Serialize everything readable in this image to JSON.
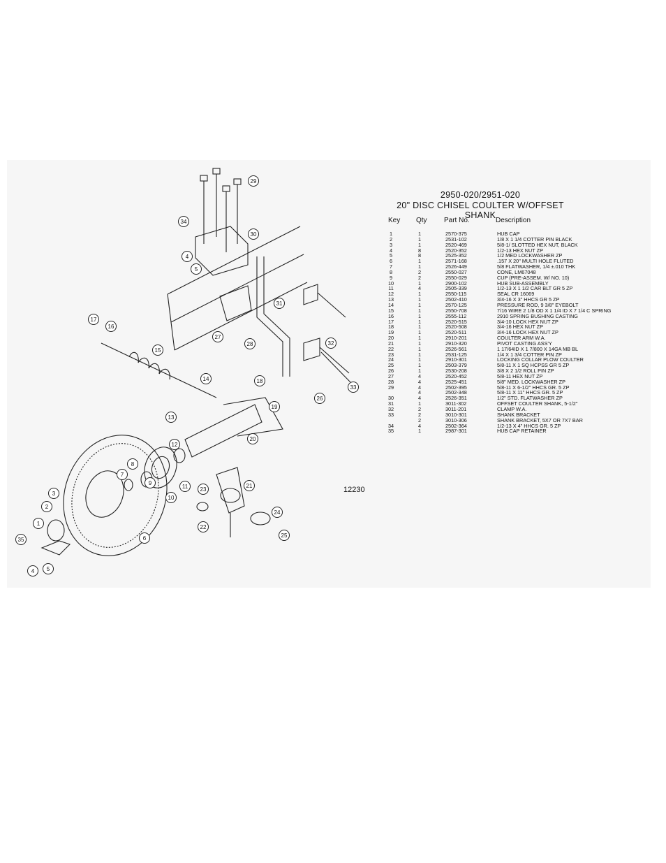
{
  "title_line1": "2950-020/2951-020",
  "title_line2": "20\" DISC CHISEL COULTER W/OFFSET SHANK",
  "columns": {
    "key": "Key",
    "qty": "Qty",
    "part": "Part No.",
    "desc": "Description"
  },
  "drawing_number": "12230",
  "rows": [
    {
      "key": "1",
      "qty": "1",
      "part": "2570-375",
      "desc": "HUB CAP"
    },
    {
      "key": "2",
      "qty": "1",
      "part": "2531-102",
      "desc": "1/8 X 1 1/4 COTTER PIN BLACK"
    },
    {
      "key": "3",
      "qty": "1",
      "part": "2520-469",
      "desc": "5/8-1/ SLOTTED HEX NUT, BLACK"
    },
    {
      "key": "4",
      "qty": "8",
      "part": "2520-352",
      "desc": "1/2-13 HEX NUT ZP"
    },
    {
      "key": "5",
      "qty": "8",
      "part": "2525-352",
      "desc": "1/2 MED LOCKWASHER ZP"
    },
    {
      "key": "6",
      "qty": "1",
      "part": "2571-168",
      "desc": ".157 X 20\" MULTI HOLE FLUTED"
    },
    {
      "key": "7",
      "qty": "1",
      "part": "2526-449",
      "desc": "5/8 FLATWASHER, 1/4 ±.010 THK"
    },
    {
      "key": "8",
      "qty": "2",
      "part": "2550-027",
      "desc": "CONE, LM67048"
    },
    {
      "key": "9",
      "qty": "2",
      "part": "2550-029",
      "desc": "CUP (PRE-ASSEM. W/ NO. 10)"
    },
    {
      "key": "10",
      "qty": "1",
      "part": "2900-102",
      "desc": "HUB SUB-ASSEMBLY"
    },
    {
      "key": "11",
      "qty": "4",
      "part": "2505-339",
      "desc": "1/2-13 X 1 1/2 CAR BLT GR 5 ZP"
    },
    {
      "key": "12",
      "qty": "1",
      "part": "2550-115",
      "desc": "SEAL CR 16069"
    },
    {
      "key": "13",
      "qty": "1",
      "part": "2502-410",
      "desc": "3/4-16 X 3\" HHCS GR 5 ZP"
    },
    {
      "key": "14",
      "qty": "1",
      "part": "2570-125",
      "desc": "PRESSURE ROD, 9 3/8\" EYEBOLT"
    },
    {
      "key": "15",
      "qty": "1",
      "part": "2550-708",
      "desc": "7/16 WIRE 2 1/8 OD X 1 1/4 ID X 7 1/4 C SPRING"
    },
    {
      "key": "16",
      "qty": "1",
      "part": "2555-112",
      "desc": "2910 SPRING BUSHING CASTING"
    },
    {
      "key": "17",
      "qty": "1",
      "part": "2520-515",
      "desc": "3/4-10 LOCK HEX NUT ZP"
    },
    {
      "key": "18",
      "qty": "1",
      "part": "2520-508",
      "desc": "3/4-16 HEX NUT ZP"
    },
    {
      "key": "19",
      "qty": "1",
      "part": "2520-511",
      "desc": "3/4-16 LOCK HEX NUT ZP"
    },
    {
      "key": "20",
      "qty": "1",
      "part": "2910-201",
      "desc": "COULTER ARM W.A."
    },
    {
      "key": "21",
      "qty": "1",
      "part": "2910-320",
      "desc": "PIVOT CASTING ASS'Y"
    },
    {
      "key": "22",
      "qty": "1",
      "part": "2526-561",
      "desc": "1 17/64ID X 1 7/800 X 14GA MB BL"
    },
    {
      "key": "23",
      "qty": "1",
      "part": "2531-125",
      "desc": "1/4 X 1 3/4 COTTER PIN ZP"
    },
    {
      "key": "24",
      "qty": "1",
      "part": "2910-301",
      "desc": "LOCKING COLLAR PLOW COULTER"
    },
    {
      "key": "25",
      "qty": "1",
      "part": "2503-379",
      "desc": "5/8-11 X 1 SQ HCPSS GR 5 ZP"
    },
    {
      "key": "26",
      "qty": "1",
      "part": "2530-208",
      "desc": "3/8 X 2 1/2 ROLL PIN ZP"
    },
    {
      "key": "27",
      "qty": "4",
      "part": "2520-452",
      "desc": "5/8-11 HEX NUT ZP"
    },
    {
      "key": "28",
      "qty": "4",
      "part": "2525-451",
      "desc": "5/8\" MED. LOCKWASHER ZP"
    },
    {
      "key": "29",
      "qty": "4",
      "part": "2502-395",
      "desc": "5/8-11 X 6-1/2\" HHCS GR. 5 ZP"
    },
    {
      "key": "",
      "qty": "4",
      "part": "2502-348",
      "desc": "5/8-11 X 11\" HHCS GR. 5 ZP"
    },
    {
      "key": "30",
      "qty": "4",
      "part": "2526-351",
      "desc": "1/2\" STD. FLATWASHER ZP"
    },
    {
      "key": "31",
      "qty": "1",
      "part": "3011-302",
      "desc": "OFFSET COULTER SHANK, 5-1/2\""
    },
    {
      "key": "32",
      "qty": "2",
      "part": "3011-201",
      "desc": "CLAMP W.A."
    },
    {
      "key": "33",
      "qty": "2",
      "part": "3010-301",
      "desc": "SHANK BRACKET"
    },
    {
      "key": "",
      "qty": "2",
      "part": "3010-306",
      "desc": "SHANK BRACKET, 5X7 OR 7X7 BAR"
    },
    {
      "key": "34",
      "qty": "4",
      "part": "2502-364",
      "desc": "1/2-13 X 4\" HHCS GR. 5 ZP"
    },
    {
      "key": "35",
      "qty": "1",
      "part": "2987-301",
      "desc": "HUB CAP RETAINER"
    }
  ],
  "callouts": [
    "1",
    "2",
    "3",
    "4",
    "5",
    "6",
    "7",
    "8",
    "9",
    "10",
    "11",
    "12",
    "13",
    "14",
    "15",
    "16",
    "17",
    "18",
    "19",
    "20",
    "21",
    "22",
    "23",
    "24",
    "25",
    "26",
    "27",
    "28",
    "29",
    "30",
    "31",
    "32",
    "33",
    "34",
    "35",
    "4",
    "5"
  ]
}
